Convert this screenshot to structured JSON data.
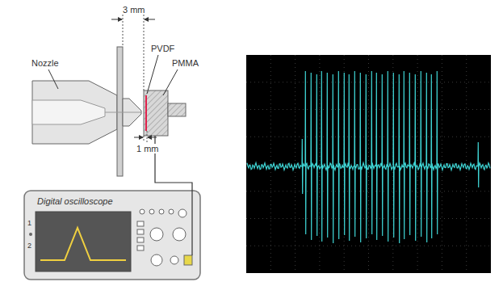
{
  "diagram": {
    "nodes": [
      {
        "text": [
          "Digital oscilloscope"
        ]
      }
    ],
    "labels": [
      "Nozzle",
      "PVDF",
      "PMMA",
      "3 mm",
      "1 mm",
      "1",
      "2"
    ]
  }
}
